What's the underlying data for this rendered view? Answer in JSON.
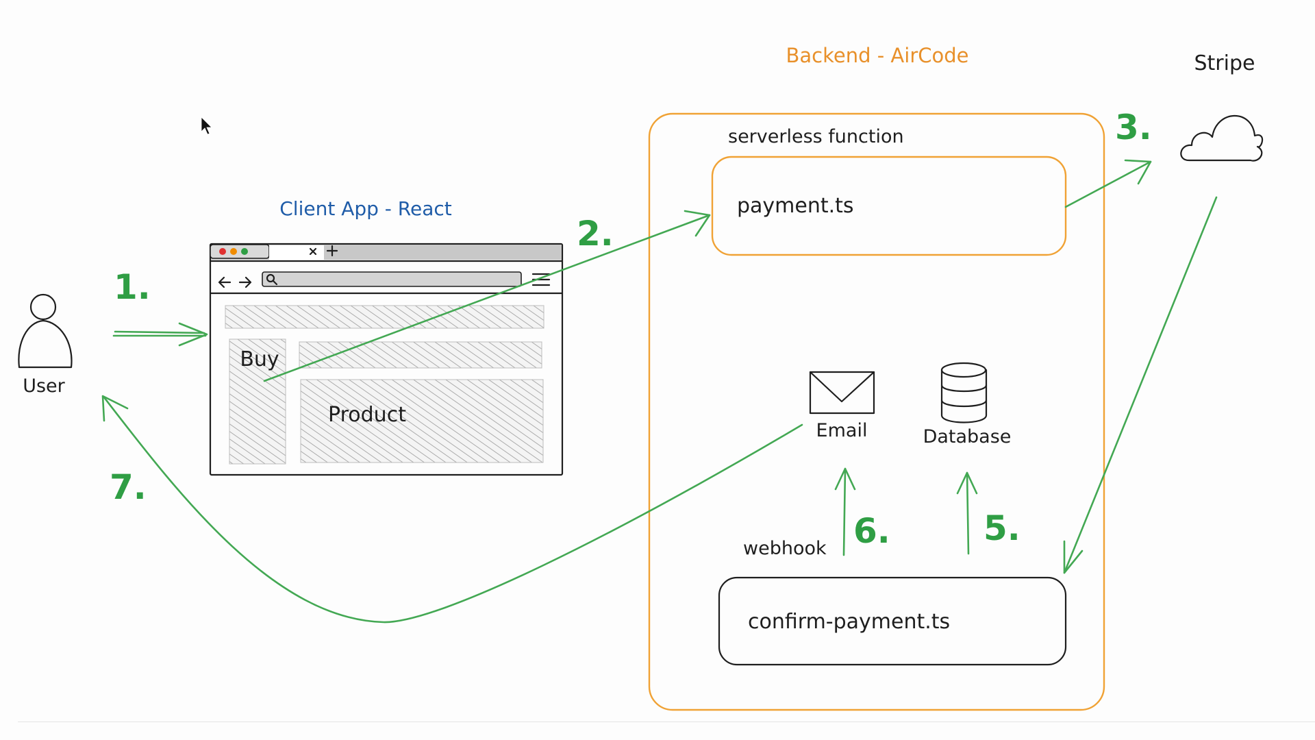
{
  "diagram": {
    "backend_title": "Backend - AirCode",
    "stripe_label": "Stripe",
    "client_title": "Client App - React",
    "user_label": "User",
    "serverless_label": "serverless function",
    "payment_file": "payment.ts",
    "webhook_label": "webhook",
    "confirm_file": "confirm-payment.ts",
    "email_label": "Email",
    "database_label": "Database",
    "buy_label": "Buy",
    "product_label": "Product",
    "steps": [
      "1.",
      "2.",
      "3.",
      "5.",
      "6.",
      "7."
    ]
  },
  "colors": {
    "flow_arrows": "#43a853",
    "step_numbers": "#2f9e44",
    "backend_accent": "#f0a235",
    "client_title": "#1f5ca8",
    "ink": "#1e1e1e"
  }
}
